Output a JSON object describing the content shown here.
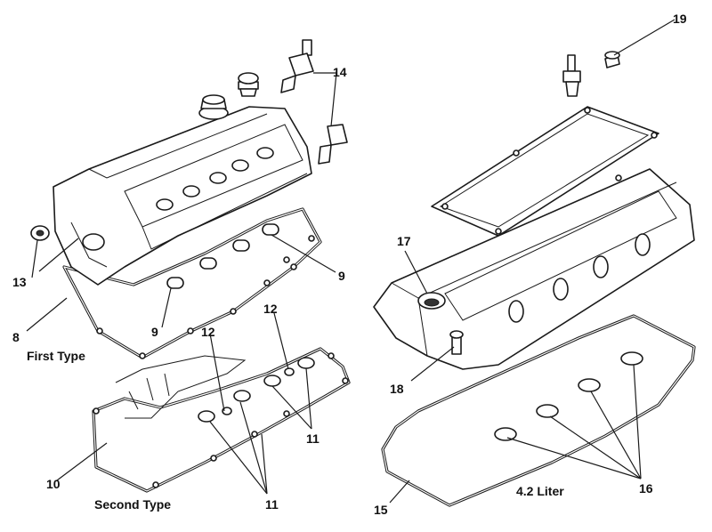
{
  "callouts": {
    "c8": "8",
    "c9a": "9",
    "c9b": "9",
    "c10": "10",
    "c11a": "11",
    "c11b": "11",
    "c12a": "12",
    "c12b": "12",
    "c13": "13",
    "c14": "14",
    "c15": "15",
    "c16": "16",
    "c17": "17",
    "c18": "18",
    "c19": "19"
  },
  "captions": {
    "first_type": "First Type",
    "second_type": "Second Type",
    "liter": "4.2 Liter"
  }
}
